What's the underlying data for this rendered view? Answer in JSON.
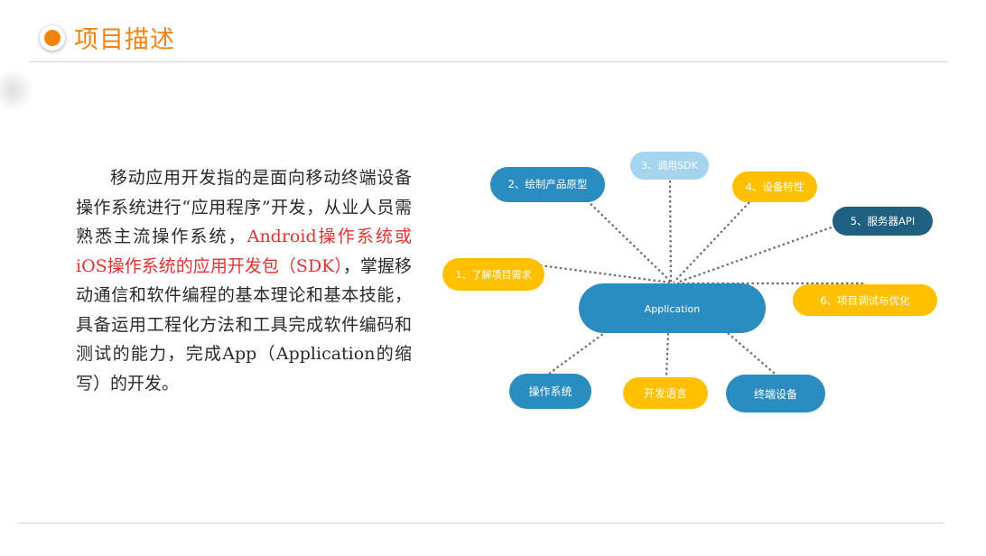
{
  "header": {
    "title": "项目描述"
  },
  "description": {
    "part1": "移动应用开发指的是面向移动终端设备操作系统进行“应用程序”开发，从业人员需熟悉主流操作系统，",
    "highlight": "Android操作系统或iOS操作系统的应用开发包（SDK）",
    "part2": "，掌握移动通信和软件编程的基本理论和基本技能，具备运用工程化方法和工具完成软件编码和测试的能力，完成App（Application的缩写）的开发。"
  },
  "diagram": {
    "center": "Application",
    "top_nodes": [
      {
        "label": "2、绘制产品原型",
        "color": "#2b8cbf"
      },
      {
        "label": "3、调用SDK",
        "color": "#a4d4ee"
      },
      {
        "label": "4、设备特性",
        "color": "#ffc000"
      },
      {
        "label": "5、服务器API",
        "color": "#1f5f80"
      },
      {
        "label": "1、了解项目需求",
        "color": "#ffc000"
      },
      {
        "label": "6、项目调试与优化",
        "color": "#ffc000"
      }
    ],
    "bottom_nodes": [
      {
        "label": "操作系统",
        "color": "#2b8cbf"
      },
      {
        "label": "开发语言",
        "color": "#ffc000"
      },
      {
        "label": "终端设备",
        "color": "#2b8cbf"
      }
    ]
  },
  "colors": {
    "accent": "#f5820f",
    "highlight_text": "#e03131",
    "blue": "#2b8cbf",
    "yellow": "#ffc000",
    "dark_blue": "#1f5f80",
    "light_blue": "#a4d4ee"
  }
}
